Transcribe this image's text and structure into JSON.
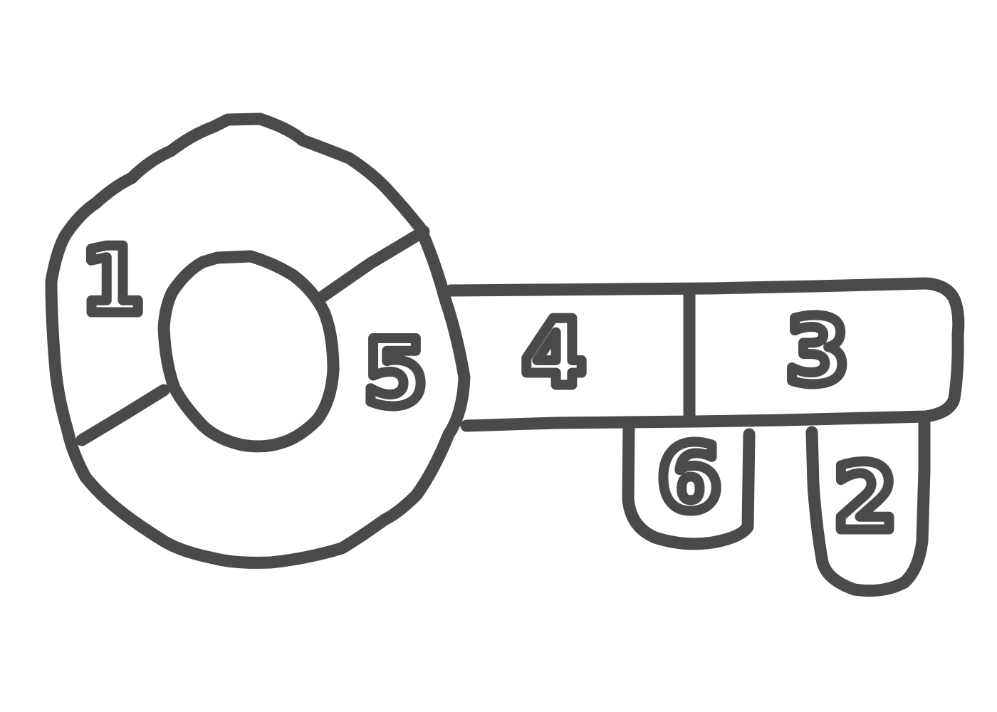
{
  "diagram": {
    "kind": "key-shaped puzzle outline with numbered regions",
    "ink_color": "#4a4a4a",
    "background_color": "#ffffff",
    "regions": [
      {
        "id": "ring-upper-left",
        "label": "1"
      },
      {
        "id": "ring-right",
        "label": "5"
      },
      {
        "id": "shaft-left",
        "label": "4"
      },
      {
        "id": "shaft-right",
        "label": "3"
      },
      {
        "id": "tooth-left",
        "label": "6"
      },
      {
        "id": "tooth-right",
        "label": "2"
      }
    ]
  }
}
